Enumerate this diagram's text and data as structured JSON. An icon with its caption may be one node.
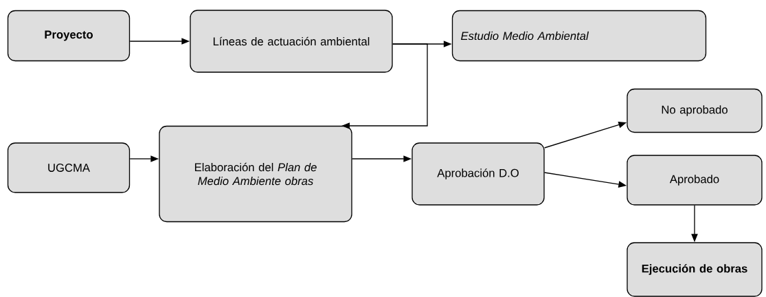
{
  "diagram": {
    "nodes": [
      {
        "text": [
          "Proyecto"
        ]
      },
      {
        "text": [
          "Líneas de actuación ambiental"
        ]
      },
      {
        "text": [
          "Estudio Medio Ambiental"
        ]
      },
      {
        "text": [
          "UGCMA"
        ]
      },
      {
        "text": [
          "Elaboración del *Plan de Medio Ambiente obras*"
        ]
      },
      {
        "text": [
          "Aprobación D.O"
        ]
      },
      {
        "text": [
          "No aprobado"
        ]
      },
      {
        "text": [
          "Aprobado"
        ]
      },
      {
        "text": [
          "Ejecución de obras"
        ]
      }
    ],
    "edges": [
      {
        "from": 0,
        "to": 1,
        "arrow": "to"
      },
      {
        "from": 1,
        "to": 2,
        "arrow": "to"
      },
      {
        "from": 1,
        "to": 4,
        "arrow": "to"
      },
      {
        "from": 3,
        "to": 4,
        "arrow": "to"
      },
      {
        "from": 4,
        "to": 5,
        "arrow": "to"
      },
      {
        "from": 5,
        "to": 6,
        "arrow": "to"
      },
      {
        "from": 5,
        "to": 7,
        "arrow": "to"
      },
      {
        "from": 7,
        "to": 8,
        "arrow": "to"
      }
    ]
  }
}
